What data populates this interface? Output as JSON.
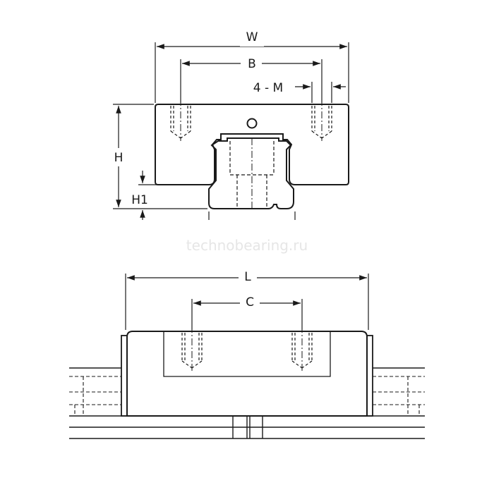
{
  "top_view": {
    "dim_width": "W",
    "dim_bolt_spacing": "B",
    "dim_thread": "4 - M",
    "dim_height": "H",
    "dim_rail_height": "H1"
  },
  "side_view": {
    "dim_length": "L",
    "dim_hole_spacing": "C"
  },
  "watermark": "technobearing.ru",
  "colors": {
    "line": "#1a1a1a",
    "watermark": "#e6e6e6"
  }
}
